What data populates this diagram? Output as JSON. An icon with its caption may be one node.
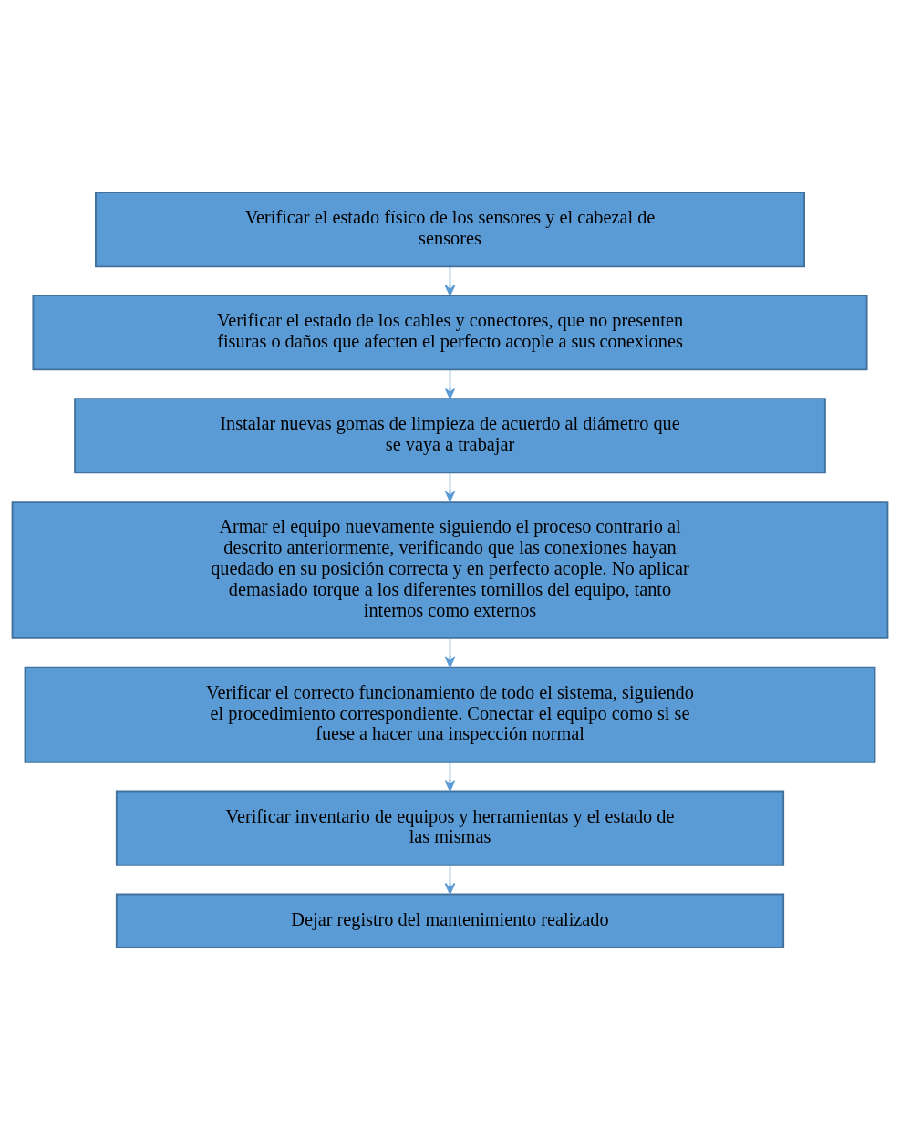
{
  "diagram": {
    "nodes": [
      {
        "text": [
          "Verificar el estado físico de los sensores y el cabezal de sensores"
        ]
      },
      {
        "text": [
          "Verificar el estado de los cables y conectores, que no presenten fisuras o daños que afecten el perfecto acople a sus conexiones"
        ]
      },
      {
        "text": [
          "Instalar nuevas gomas de limpieza de acuerdo al diámetro que se vaya a trabajar"
        ]
      },
      {
        "text": [
          "Armar el equipo nuevamente siguiendo el proceso contrario al descrito anteriormente, verificando que las conexiones hayan quedado en su posición correcta y en perfecto acople. No aplicar demasiado torque a los diferentes tornillos del equipo, tanto internos como externos"
        ]
      },
      {
        "text": [
          "Verificar el correcto funcionamiento de todo el sistema, siguiendo el procedimiento correspondiente. Conectar el equipo como si se fuese a hacer una inspección normal"
        ]
      },
      {
        "text": [
          "Verificar inventario de equipos y herramientas y el estado de las mismas"
        ]
      },
      {
        "text": [
          "Dejar registro del mantenimiento realizado"
        ]
      }
    ],
    "edges": [
      {
        "from": 0,
        "to": 1,
        "arrow": "to"
      },
      {
        "from": 1,
        "to": 2,
        "arrow": "to"
      },
      {
        "from": 2,
        "to": 3,
        "arrow": "to"
      },
      {
        "from": 3,
        "to": 4,
        "arrow": "to"
      },
      {
        "from": 4,
        "to": 5,
        "arrow": "to"
      },
      {
        "from": 5,
        "to": 6,
        "arrow": "to"
      }
    ]
  }
}
